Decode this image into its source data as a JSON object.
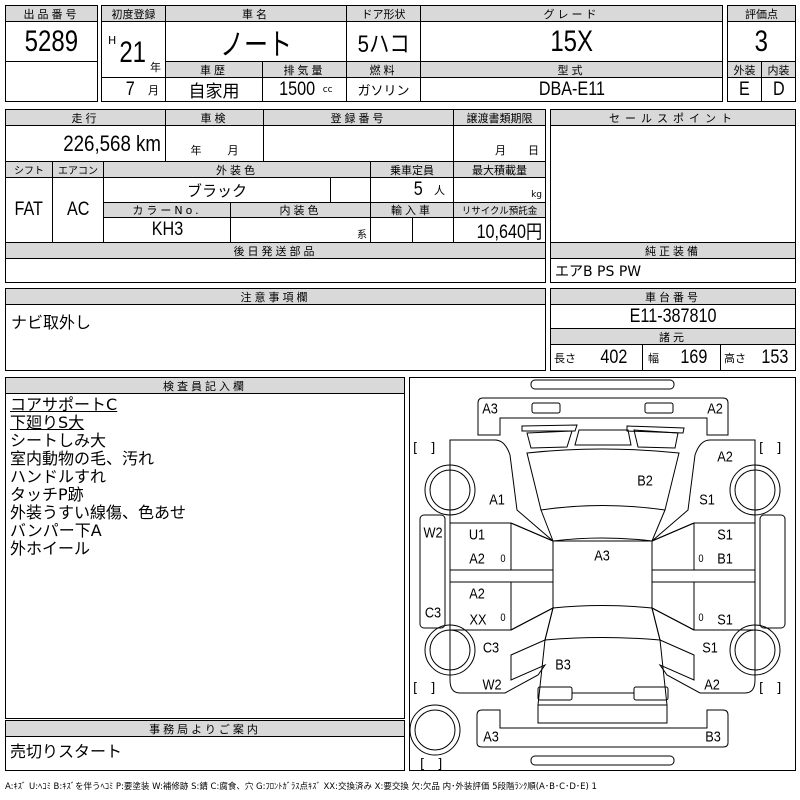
{
  "lot": {
    "label": "出品番号",
    "value": "5289"
  },
  "first_reg": {
    "label": "初度登録",
    "era": "H",
    "year": "21",
    "year_unit": "年",
    "month": "7",
    "month_unit": "月"
  },
  "car_name": {
    "label": "車名",
    "value": "ノート"
  },
  "door": {
    "label": "ドア形状",
    "value": "5ハコ"
  },
  "grade": {
    "label": "グレード",
    "value": "15X"
  },
  "history": {
    "label": "車歴",
    "value": "自家用"
  },
  "displacement": {
    "label": "排気量",
    "value": "1500",
    "unit": "cc"
  },
  "fuel": {
    "label": "燃料",
    "value": "ガソリン"
  },
  "model": {
    "label": "型式",
    "value": "DBA-E11"
  },
  "score": {
    "label": "評価点",
    "value": "3",
    "ext_label": "外装",
    "int_label": "内装",
    "ext": "E",
    "int": "D"
  },
  "mileage": {
    "label": "走行",
    "value": "226,568 km"
  },
  "inspection": {
    "label": "車検",
    "year_unit": "年",
    "month_unit": "月"
  },
  "reg_number": {
    "label": "登録番号"
  },
  "transfer": {
    "label": "譲渡書類期限",
    "month_unit": "月",
    "day_unit": "日"
  },
  "shift": {
    "label": "シフト",
    "value": "FAT"
  },
  "ac": {
    "label": "エアコン",
    "value": "AC"
  },
  "ext_color": {
    "label": "外装色",
    "value": "ブラック"
  },
  "capacity": {
    "label": "乗車定員",
    "value": "5",
    "unit": "人"
  },
  "max_load": {
    "label": "最大積載量",
    "unit": "kg"
  },
  "color_no": {
    "label": "カラーNo.",
    "value": "KH3"
  },
  "int_color": {
    "label": "内装色",
    "unit": "系"
  },
  "import": {
    "label": "輸入車"
  },
  "recycle": {
    "label": "リサイクル預託金",
    "value": "10,640円"
  },
  "later_parts": {
    "label": "後日発送部品"
  },
  "sales_point": {
    "label": "セールスポイント"
  },
  "equipment": {
    "label": "純正装備",
    "value": "エアB PS PW"
  },
  "caution": {
    "label": "注意事項欄",
    "value": "ナビ取外し"
  },
  "chassis": {
    "label": "車台番号",
    "value": "E11-387810"
  },
  "specs": {
    "label": "諸元",
    "length_label": "長さ",
    "length": "402",
    "width_label": "幅",
    "width": "169",
    "height_label": "高さ",
    "height": "153"
  },
  "inspector": {
    "label": "検査員記入欄",
    "notes": [
      "コアサポートC",
      "下廻りS大",
      "シートしみ大",
      "室内動物の毛、汚れ",
      "ハンドルすれ",
      "タッチP跡",
      "外装うすい線傷、色あせ",
      "バンパー下A",
      "外ホイール"
    ]
  },
  "office": {
    "label": "事務局よりご案内",
    "value": "売切りスタート"
  },
  "diagram": {
    "labels": [
      "A3",
      "A2",
      "A2",
      "B2",
      "A1",
      "S1",
      "W2",
      "U1",
      "S1",
      "A2",
      "0",
      "A3",
      "0",
      "B1",
      "A2",
      "C3",
      "XX",
      "0",
      "0",
      "S1",
      "C3",
      "S1",
      "B3",
      "W2",
      "A2",
      "A3",
      "B3"
    ],
    "bracket": "[    ]"
  },
  "legend": "A:ｷｽﾞ U:ﾍｺﾐ B:ｷｽﾞを伴うﾍｺﾐ P:要塗装 W:補修跡 S:錆 C:腐食、穴 G:ﾌﾛﾝﾄｶﾞﾗｽ点ｷｽﾞ XX:交換済み X:要交換 欠:欠品 内･外装評価 5段階ﾗﾝｸ順(A･B･C･D･E) 1"
}
